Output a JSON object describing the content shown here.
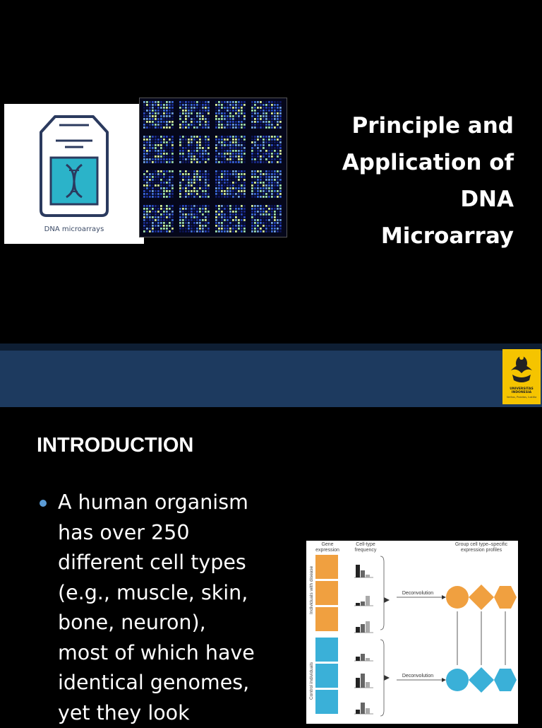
{
  "slide1": {
    "icon_caption": "DNA microarrays",
    "title_lines": [
      "Principle and",
      "Application of",
      "DNA",
      "Microarray"
    ],
    "logo": {
      "name": "UNIVERSITAS INDONESIA",
      "motto": "Veritas, Probitas, Iustitia",
      "color": "#f5c400"
    }
  },
  "slide2": {
    "heading": "INTRODUCTION",
    "bullet_lines": [
      "A human organism",
      "has over 250",
      "different  cell types",
      "(e.g., muscle, skin,",
      "bone, neuron),",
      "most of which have",
      "identical genomes,",
      "yet  they look"
    ],
    "figure": {
      "col_gene": [
        "Gene",
        "expression"
      ],
      "col_freq": [
        "Cell-type",
        "frequency"
      ],
      "col_profiles": [
        "Group cell type–specific",
        "expression profiles"
      ],
      "row_disease": "Individuals with disease",
      "row_control": "Control individuals",
      "arrow_label_1": "Deconvolution",
      "arrow_label_2": "Deconvolution"
    }
  }
}
